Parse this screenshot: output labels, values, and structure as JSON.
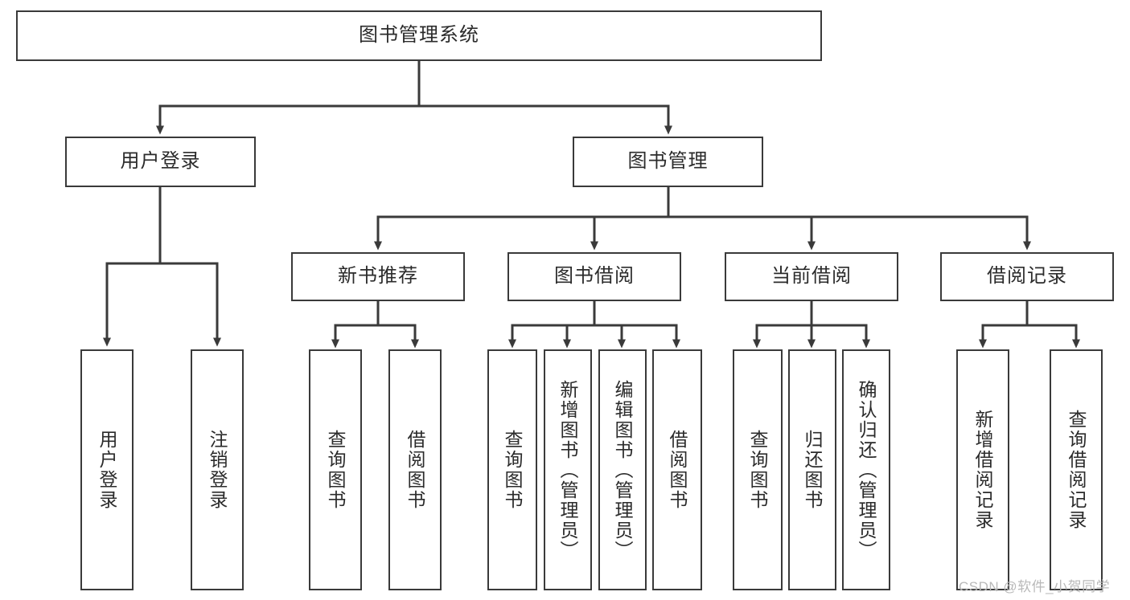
{
  "diagram": {
    "type": "tree-hierarchy-chart",
    "title": "图书管理系统",
    "watermark": "CSDN @软件_小贺同学",
    "colors": {
      "stroke": "#3a3a3a",
      "fill": "#ffffff",
      "text": "#2b2b2b",
      "watermark": "#b9b9b9"
    },
    "nodes": {
      "root": {
        "label": "图书管理系统",
        "orientation": "horizontal"
      },
      "level2": [
        {
          "id": "user-login",
          "label": "用户登录",
          "orientation": "horizontal"
        },
        {
          "id": "book-manage",
          "label": "图书管理",
          "orientation": "horizontal"
        }
      ],
      "level3": [
        {
          "id": "new-book-recommend",
          "label": "新书推荐",
          "orientation": "horizontal"
        },
        {
          "id": "book-borrow",
          "label": "图书借阅",
          "orientation": "horizontal"
        },
        {
          "id": "current-borrow",
          "label": "当前借阅",
          "orientation": "horizontal"
        },
        {
          "id": "borrow-record",
          "label": "借阅记录",
          "orientation": "horizontal"
        }
      ],
      "leaves": [
        {
          "id": "leaf-user-login",
          "label": "用户登录",
          "parent": "user-login",
          "orientation": "vertical"
        },
        {
          "id": "leaf-logout-login",
          "label": "注销登录",
          "parent": "user-login",
          "orientation": "vertical"
        },
        {
          "id": "leaf-query-book-1",
          "label": "查询图书",
          "parent": "new-book-recommend",
          "orientation": "vertical"
        },
        {
          "id": "leaf-borrow-book-1",
          "label": "借阅图书",
          "parent": "new-book-recommend",
          "orientation": "vertical"
        },
        {
          "id": "leaf-query-book-2",
          "label": "查询图书",
          "parent": "book-borrow",
          "orientation": "vertical"
        },
        {
          "id": "leaf-add-book",
          "label": "新增图书（管理员）",
          "parent": "book-borrow",
          "orientation": "vertical"
        },
        {
          "id": "leaf-edit-book",
          "label": "编辑图书（管理员）",
          "parent": "book-borrow",
          "orientation": "vertical"
        },
        {
          "id": "leaf-borrow-book-2",
          "label": "借阅图书",
          "parent": "book-borrow",
          "orientation": "vertical"
        },
        {
          "id": "leaf-query-book-3",
          "label": "查询图书",
          "parent": "current-borrow",
          "orientation": "vertical"
        },
        {
          "id": "leaf-return-book",
          "label": "归还图书",
          "parent": "current-borrow",
          "orientation": "vertical"
        },
        {
          "id": "leaf-confirm-return",
          "label": "确认归还（管理员）",
          "parent": "current-borrow",
          "orientation": "vertical"
        },
        {
          "id": "leaf-add-record",
          "label": "新增借阅记录",
          "parent": "borrow-record",
          "orientation": "vertical"
        },
        {
          "id": "leaf-query-record",
          "label": "查询借阅记录",
          "parent": "borrow-record",
          "orientation": "vertical"
        }
      ]
    }
  }
}
